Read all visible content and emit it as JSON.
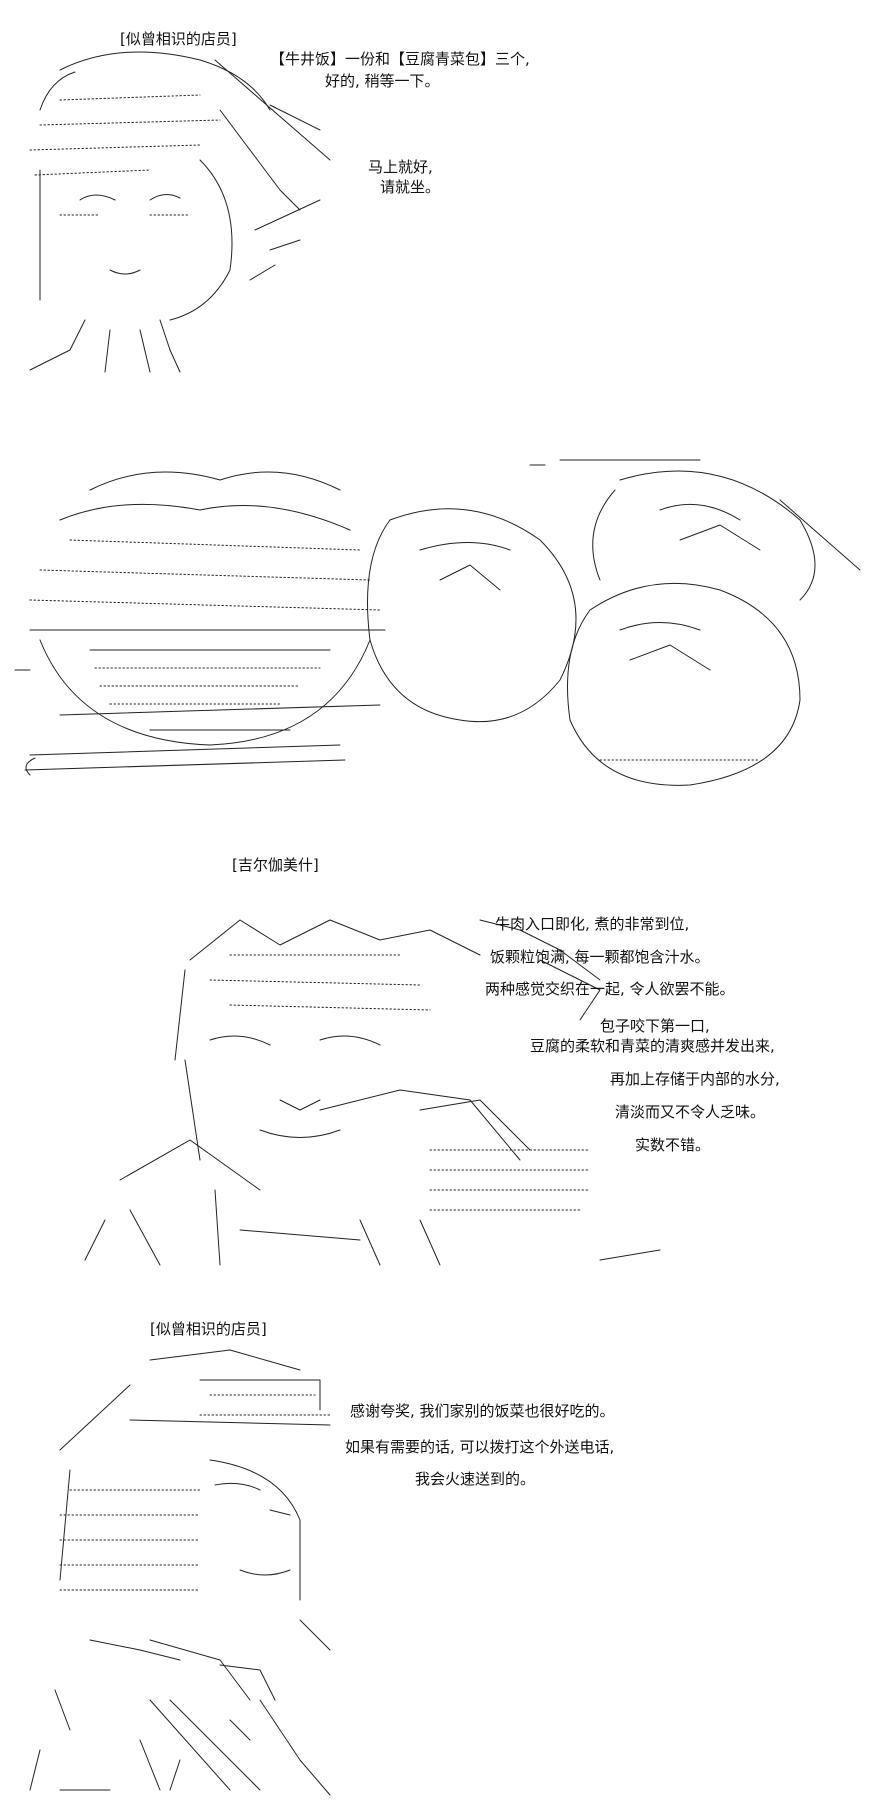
{
  "panel1": {
    "speaker": "[似曾相识的店员]",
    "lines": [
      "【牛井饭】一份和【豆腐青菜包】三个,",
      "好的, 稍等一下。",
      "马上就好,",
      "请就坐。"
    ]
  },
  "panel2": {},
  "panel3": {
    "speaker": "[吉尔伽美什]",
    "lines": [
      "牛肉入口即化, 煮的非常到位,",
      "饭颗粒饱满, 每一颗都饱含汁水。",
      "两种感觉交织在一起, 令人欲罢不能。",
      "包子咬下第一口,",
      "豆腐的柔软和青菜的清爽感并发出来,",
      "再加上存储于内部的水分,",
      "清淡而又不令人乏味。",
      "实数不错。"
    ]
  },
  "panel4": {
    "speaker": "[似曾相识的店员]",
    "lines": [
      "感谢夸奖, 我们家别的饭菜也很好吃的。",
      "如果有需要的话, 可以拨打这个外送电话,",
      "我会火速送到的。"
    ]
  }
}
